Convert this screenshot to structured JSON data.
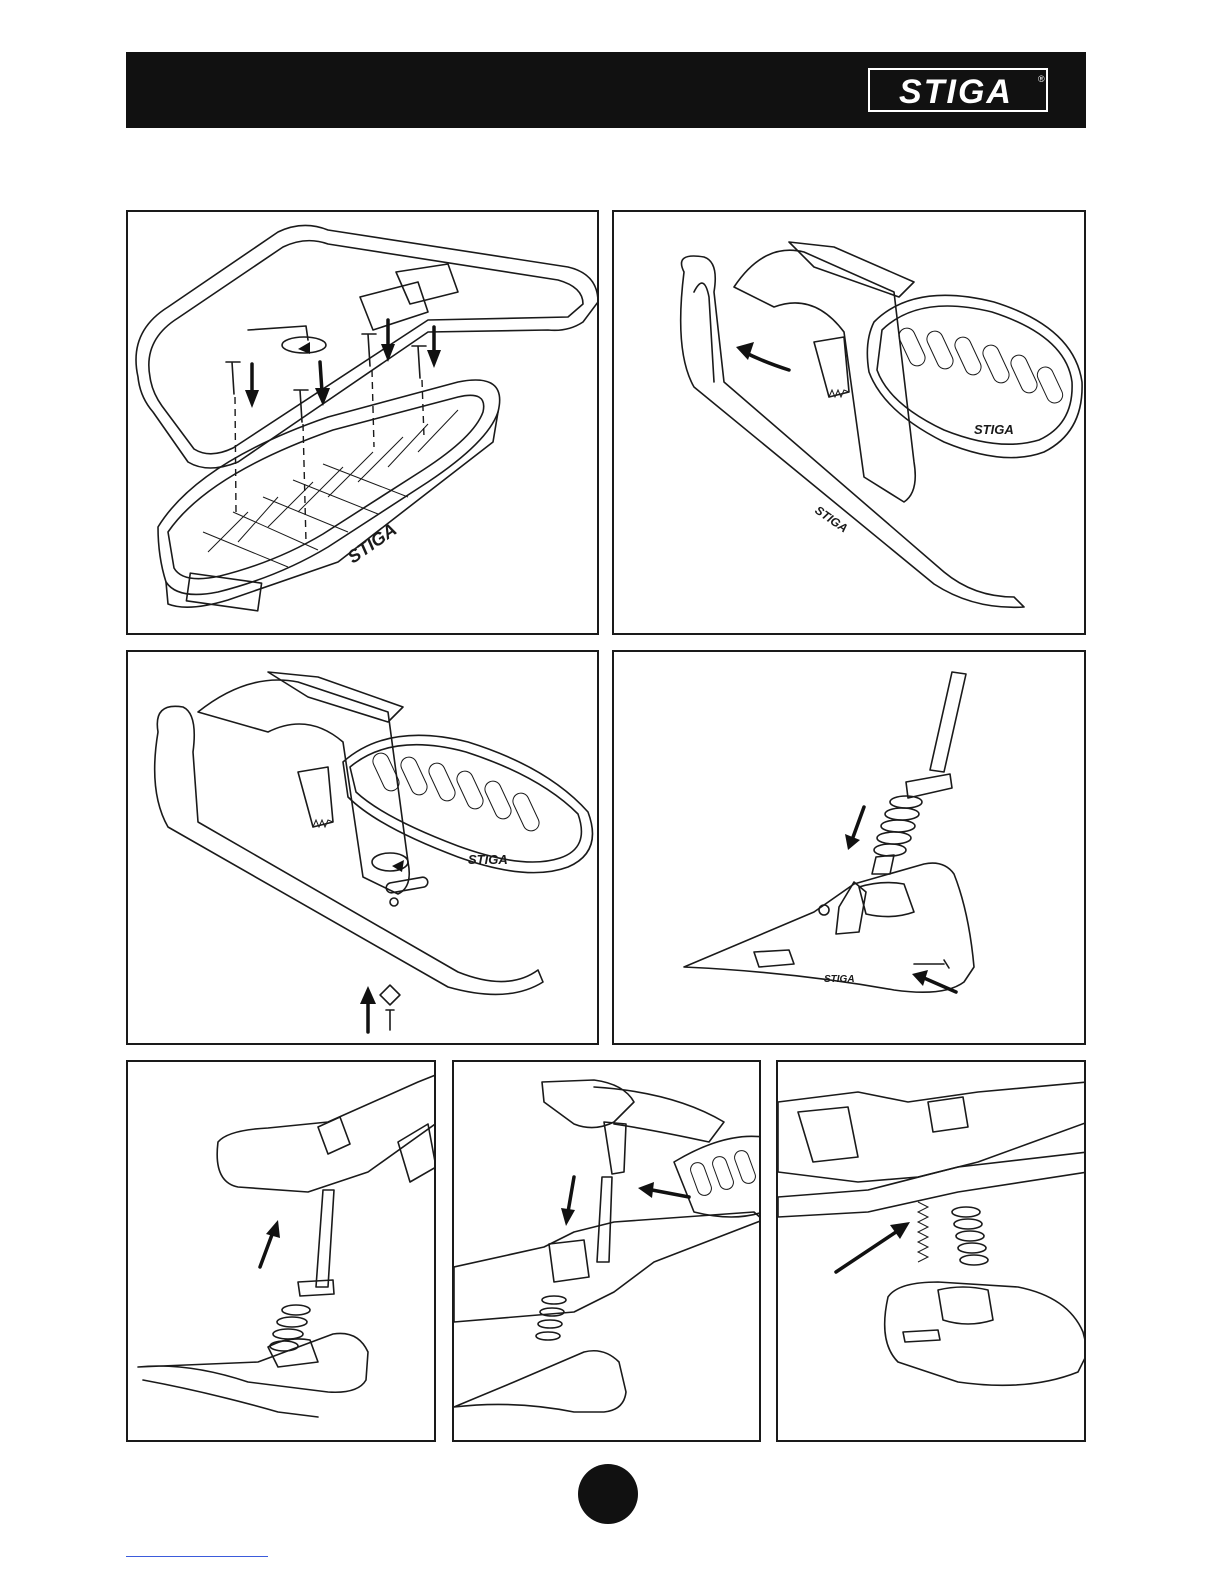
{
  "header": {
    "brand": "STIGA",
    "registered_mark": "®",
    "bar_color": "#111111"
  },
  "panels": [
    {
      "name": "step-1-seat-frame-screws"
    },
    {
      "name": "step-2-frame-fold"
    },
    {
      "name": "step-3-bolt-plate"
    },
    {
      "name": "step-4-front-ski-assembly"
    },
    {
      "name": "step-5-steering-column-insert"
    },
    {
      "name": "step-6-handlebar-mount"
    },
    {
      "name": "step-7-spring-fit"
    }
  ],
  "icons": [
    "hex-key-icon",
    "rotate-icon",
    "arrow-icon"
  ]
}
